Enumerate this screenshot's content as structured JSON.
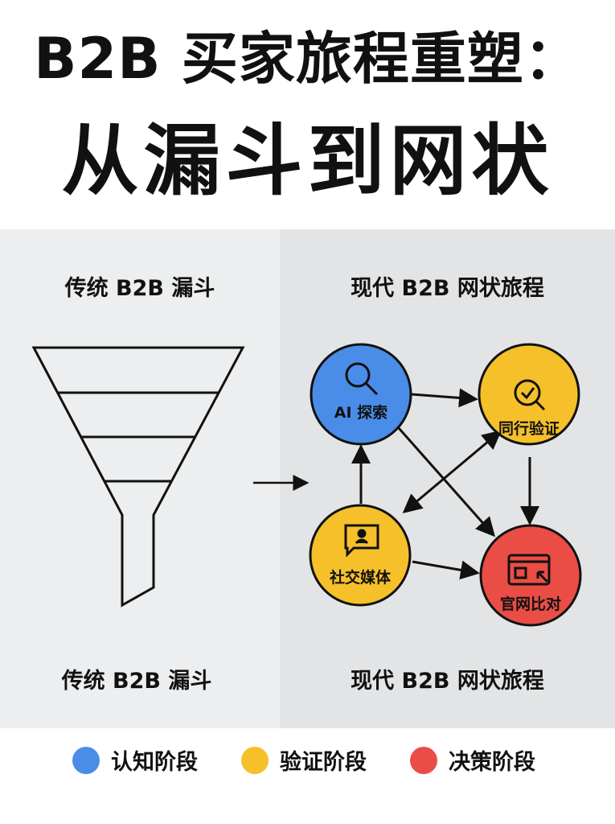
{
  "title": {
    "line1": "B2B 买家旅程重塑：",
    "line2": "从漏斗到网状"
  },
  "left_panel": {
    "heading": "传统 B2B 漏斗",
    "caption": "传统 B2B 漏斗"
  },
  "right_panel": {
    "heading": "现代 B2B 网状旅程",
    "caption": "现代 B2B 网状旅程"
  },
  "nodes": [
    {
      "label": "AI 探索",
      "icon": "search-icon",
      "color": "#4a8de8"
    },
    {
      "label": "同行验证",
      "icon": "search-check-icon",
      "color": "#f5c02a"
    },
    {
      "label": "社交媒体",
      "icon": "chat-user-icon",
      "color": "#f5c02a"
    },
    {
      "label": "官网比对",
      "icon": "browser-cursor-icon",
      "color": "#ea4d45"
    }
  ],
  "legend": [
    {
      "label": "认知阶段",
      "color": "#4a8de8"
    },
    {
      "label": "验证阶段",
      "color": "#f5c02a"
    },
    {
      "label": "决策阶段",
      "color": "#ea4d45"
    }
  ]
}
